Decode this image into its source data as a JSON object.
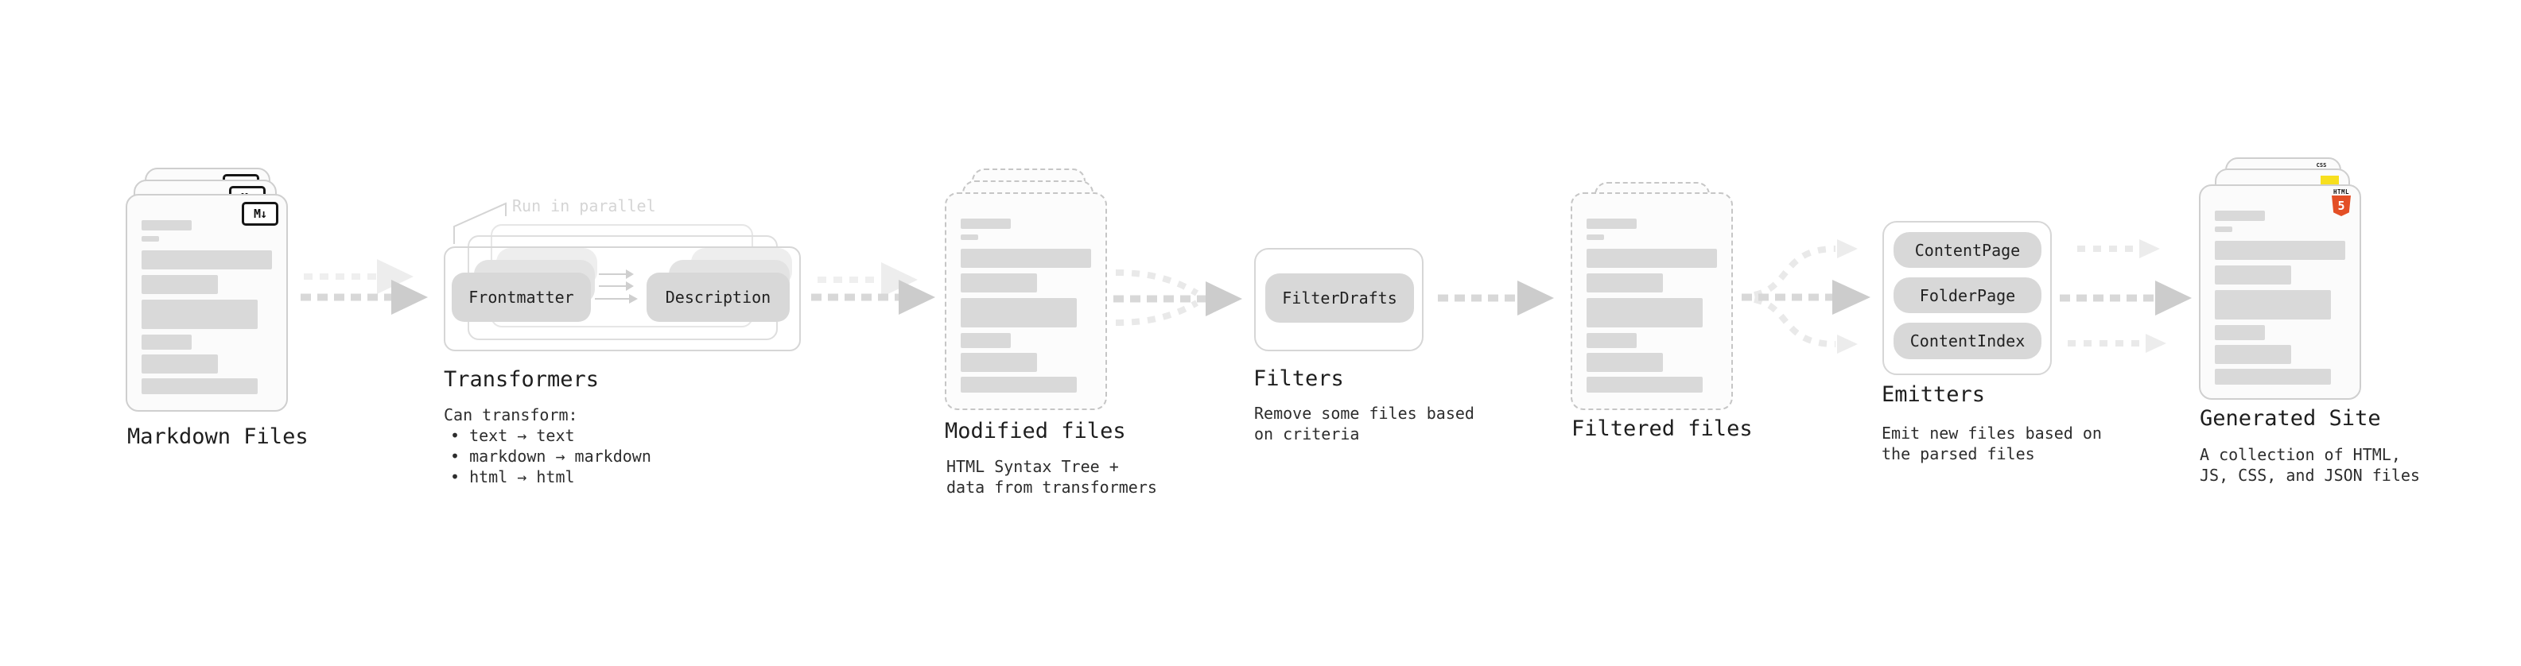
{
  "markdown": {
    "title": "Markdown Files",
    "badge": "M↓"
  },
  "transformers": {
    "title": "Transformers",
    "note": "Run in parallel",
    "pills": [
      "Frontmatter",
      "Description"
    ],
    "caption": "Can transform:",
    "bullets": [
      "• text → text",
      "• markdown → markdown",
      "• html → html"
    ]
  },
  "modified": {
    "title": "Modified files",
    "desc": [
      "HTML Syntax Tree +",
      "data from transformers"
    ]
  },
  "filters": {
    "title": "Filters",
    "pills": [
      "FilterDrafts"
    ],
    "desc": [
      "Remove some files based",
      "on criteria"
    ]
  },
  "filtered": {
    "title": "Filtered files"
  },
  "emitters": {
    "title": "Emitters",
    "pills": [
      "ContentPage",
      "FolderPage",
      "ContentIndex"
    ],
    "desc": [
      "Emit new files based on",
      "the parsed files"
    ]
  },
  "generated": {
    "title": "Generated Site",
    "desc": [
      "A collection of HTML,",
      "JS, CSS, and JSON files"
    ],
    "badges": {
      "css": "CSS",
      "html": "HTML",
      "five": "5"
    }
  },
  "colors": {
    "html5_orange": "#e34f26",
    "js_yellow": "#f7df1e",
    "css_blue": "#2965f1"
  }
}
